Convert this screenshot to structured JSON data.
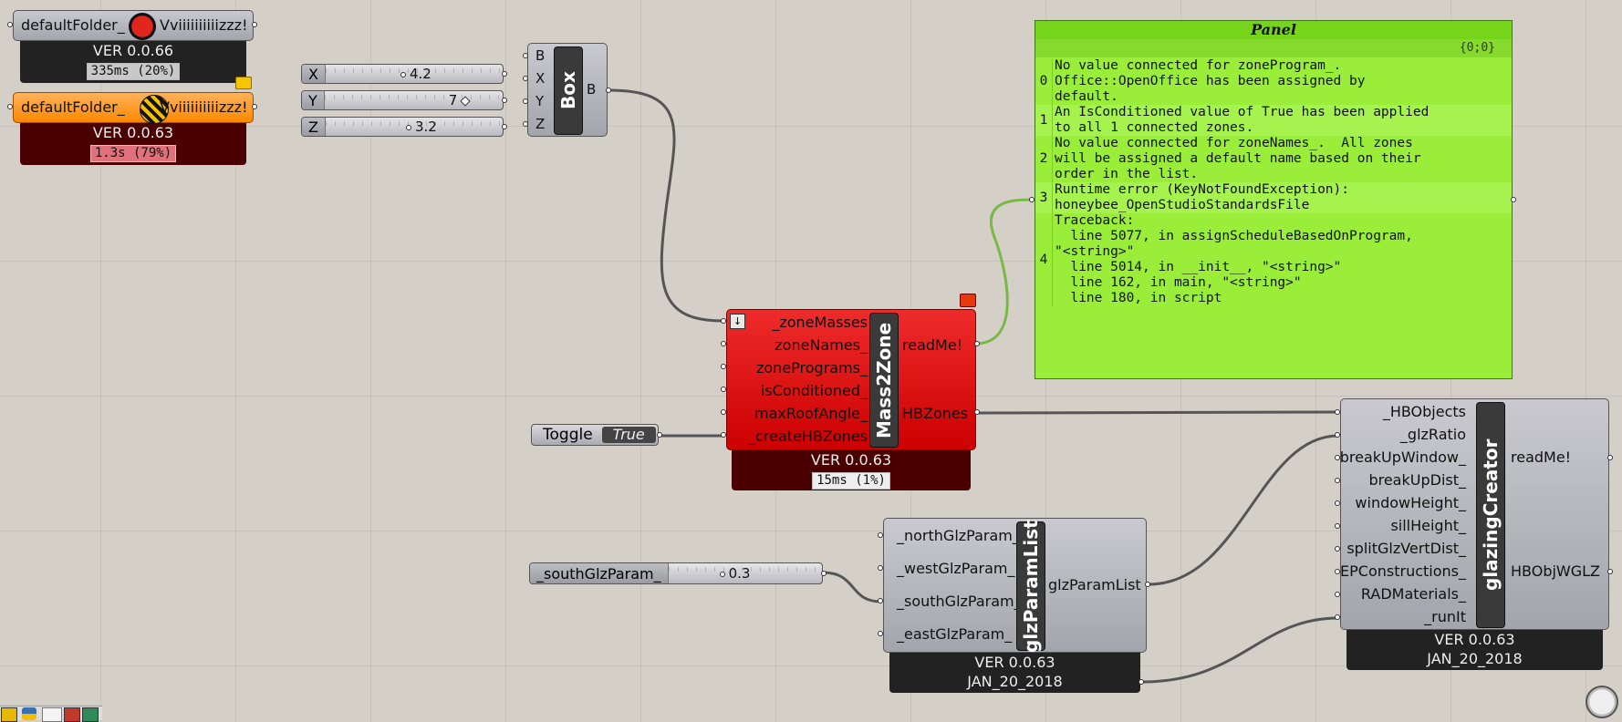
{
  "colors": {
    "canvas": "#d4d0c8",
    "panel_green": "#9aee3a",
    "error_red": "#cc0000",
    "warning_orange": "#ff8800"
  },
  "folder1": {
    "label_left": "defaultFolder_",
    "label_right": "Vviiiiiiiiiizzz!",
    "version": "VER 0.0.66",
    "timing": "335ms (20%)",
    "icon": "ladybug-icon"
  },
  "folder2": {
    "label_left": "defaultFolder_",
    "label_right": "Vviiiiiiiiiizzz!",
    "version": "VER 0.0.63",
    "timing": "1.3s (79%)",
    "icon": "honeybee-icon"
  },
  "sliders": [
    {
      "label": "X",
      "value": "4.2"
    },
    {
      "label": "Y",
      "value": "7"
    },
    {
      "label": "Z",
      "value": "3.2"
    }
  ],
  "box": {
    "name": "Box",
    "inputs": [
      "B",
      "X",
      "Y",
      "Z"
    ],
    "output": "B"
  },
  "panel": {
    "title": "Panel",
    "path": "{0;0}",
    "rows": [
      {
        "index": "0",
        "text": "No value connected for zoneProgram_.\nOffice::OpenOffice has been assigned by\ndefault."
      },
      {
        "index": "1",
        "text": "An IsConditioned value of True has been applied\nto all 1 connected zones."
      },
      {
        "index": "2",
        "text": "No value connected for zoneNames_.  All zones\nwill be assigned a default name based on their\norder in the list."
      },
      {
        "index": "3",
        "text": "Runtime error (KeyNotFoundException):\nhoneybee_OpenStudioStandardsFile"
      },
      {
        "index": "4",
        "text": "Traceback:\n  line 5077, in assignScheduleBasedOnProgram,\n\"<string>\"\n  line 5014, in __init__, \"<string>\"\n  line 162, in main, \"<string>\"\n  line 180, in script"
      }
    ]
  },
  "mass2zone": {
    "name": "Mass2Zone",
    "inputs": [
      "_zoneMasses",
      "zoneNames_",
      "zonePrograms_",
      "isConditioned_",
      "maxRoofAngle_",
      "_createHBZones"
    ],
    "outputs": [
      "readMe!",
      "HBZones"
    ],
    "version": "VER 0.0.63",
    "timing": "15ms (1%)"
  },
  "toggle": {
    "label": "Toggle",
    "value": "True"
  },
  "south_slider": {
    "label": "_southGlzParam_",
    "value": "0.3"
  },
  "glzParamList": {
    "name": "glzParamList",
    "inputs": [
      "_northGlzParam_",
      "_westGlzParam_",
      "_southGlzParam_",
      "_eastGlzParam_"
    ],
    "output": "glzParamList",
    "version": "VER 0.0.63",
    "date": "JAN_20_2018"
  },
  "glazingCreator": {
    "name": "glazingCreator",
    "inputs": [
      "_HBObjects",
      "_glzRatio",
      "breakUpWindow_",
      "breakUpDist_",
      "windowHeight_",
      "sillHeight_",
      "splitGlzVertDist_",
      "EPConstructions_",
      "RADMaterials_",
      "_runIt"
    ],
    "outputs": [
      "readMe!",
      "HBObjWGLZ"
    ],
    "version": "VER 0.0.63",
    "date": "JAN_20_2018"
  }
}
